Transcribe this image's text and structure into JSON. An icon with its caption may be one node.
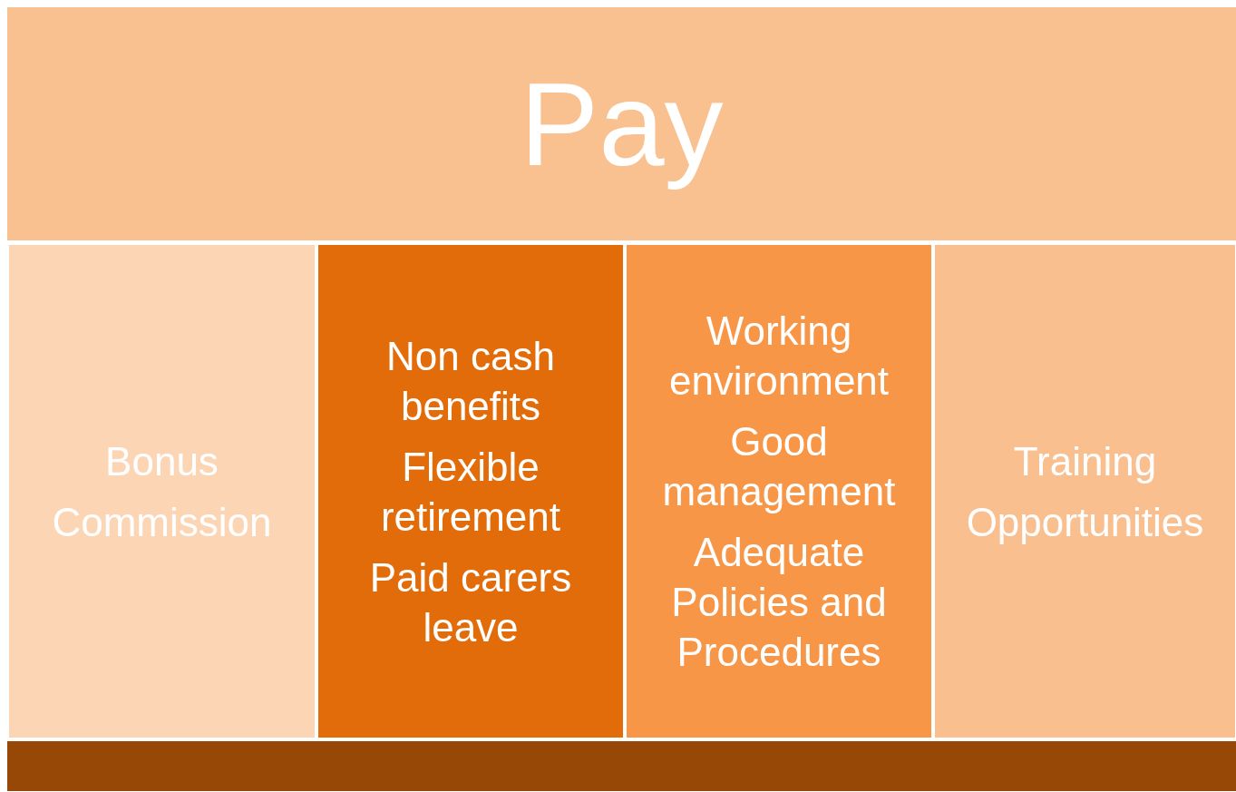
{
  "diagram": {
    "nodes": [
      {
        "text": [
          "Pay"
        ]
      },
      {
        "text": [
          "Bonus",
          "Commission"
        ]
      },
      {
        "text": [
          "Non cash benefits",
          "Flexible retirement",
          "Paid carers leave"
        ]
      },
      {
        "text": [
          "Working environment",
          "Good management",
          "Adequate Policies and Procedures"
        ]
      },
      {
        "text": [
          "Training",
          "Opportunities"
        ]
      },
      {
        "text": [],
        "shape": "bar"
      }
    ]
  }
}
